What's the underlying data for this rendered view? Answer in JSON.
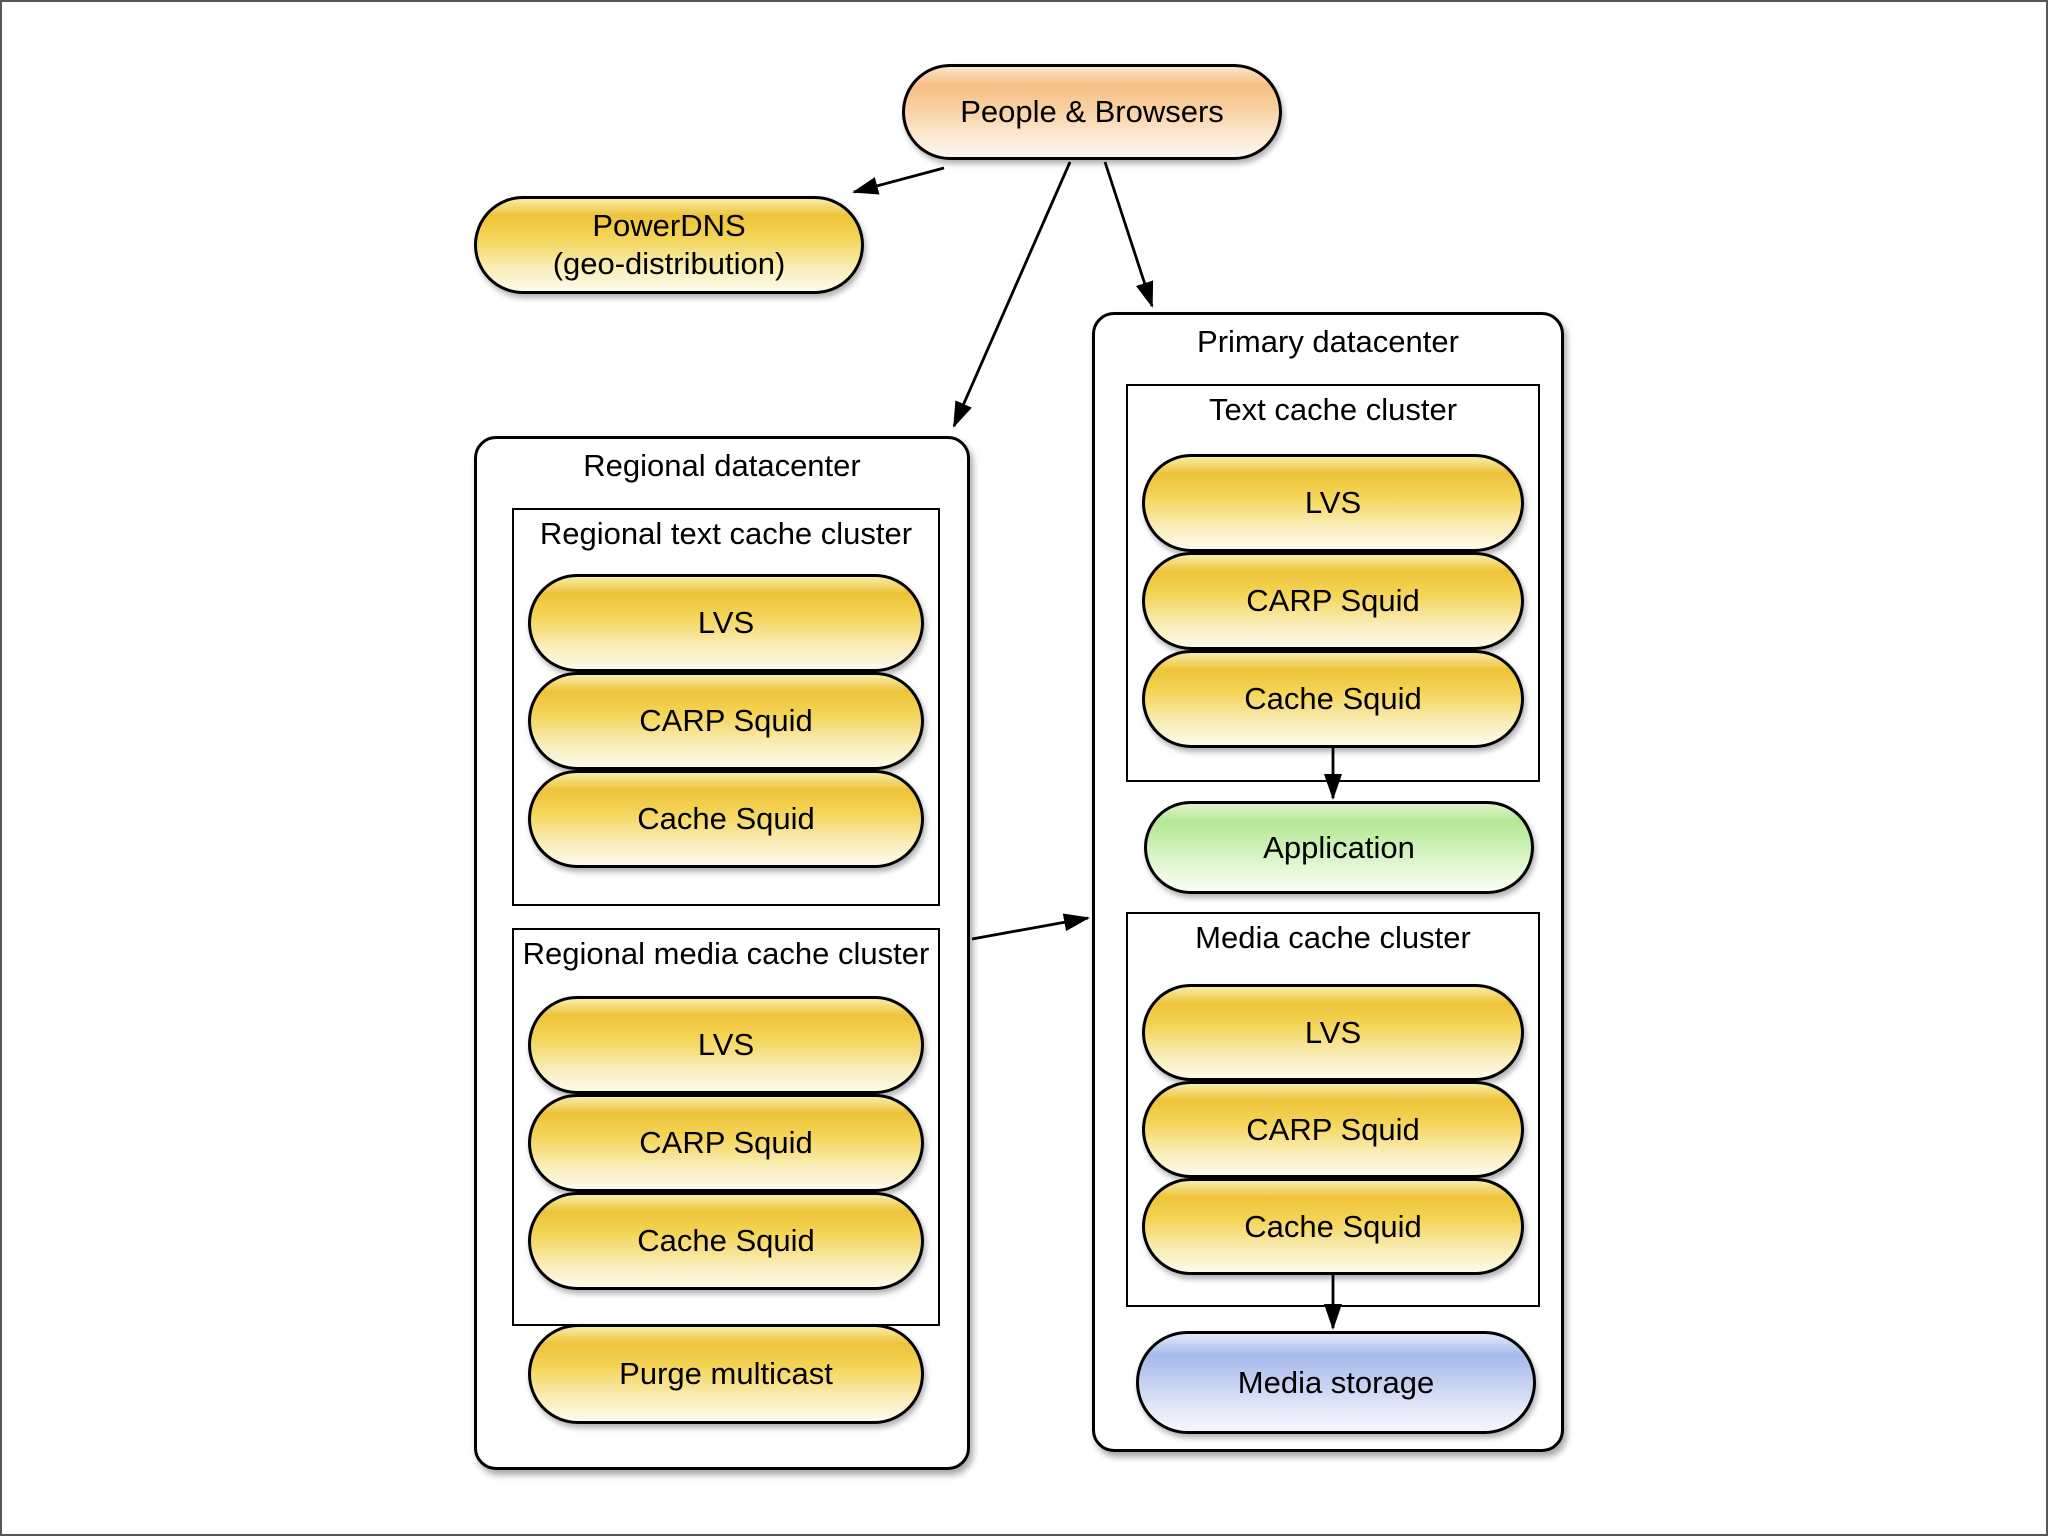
{
  "nodes": {
    "people_browsers": "People & Browsers",
    "powerdns": {
      "line1": "PowerDNS",
      "line2": "(geo-distribution)"
    }
  },
  "regional_datacenter": {
    "title": "Regional datacenter",
    "text_cache_cluster": {
      "title": "Regional text cache cluster",
      "nodes": [
        "LVS",
        "CARP Squid",
        "Cache Squid"
      ]
    },
    "media_cache_cluster": {
      "title": "Regional media cache cluster",
      "nodes": [
        "LVS",
        "CARP Squid",
        "Cache Squid"
      ]
    },
    "purge_multicast": "Purge multicast"
  },
  "primary_datacenter": {
    "title": "Primary datacenter",
    "text_cache_cluster": {
      "title": "Text cache cluster",
      "nodes": [
        "LVS",
        "CARP Squid",
        "Cache Squid"
      ]
    },
    "application": "Application",
    "media_cache_cluster": {
      "title": "Media cache cluster",
      "nodes": [
        "LVS",
        "CARP Squid",
        "Cache Squid"
      ]
    },
    "media_storage": "Media storage"
  },
  "edges": [
    {
      "from": "people_browsers",
      "to": "powerdns"
    },
    {
      "from": "people_browsers",
      "to": "regional_datacenter"
    },
    {
      "from": "people_browsers",
      "to": "primary_datacenter"
    },
    {
      "from": "regional_datacenter",
      "to": "primary_datacenter"
    },
    {
      "from": "primary_text_cache_cluster",
      "to": "application"
    },
    {
      "from": "primary_media_cache_cluster",
      "to": "media_storage"
    }
  ],
  "colors": {
    "pill_yellow": "#edc33a",
    "pill_orange": "#f6bf85",
    "pill_green": "#b4e795",
    "pill_blue": "#a6b9ea",
    "node_border": "#000000",
    "frame_border": "#57575a",
    "background": "#ffffff"
  }
}
